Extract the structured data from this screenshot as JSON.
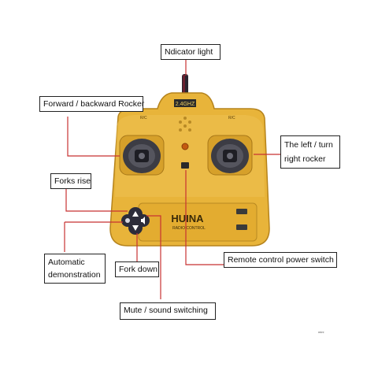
{
  "labels": {
    "indicator_light": "Ndicator light",
    "forward_backward": "Forward / backward Rocker",
    "left_turn_right": "The left / turn right rocker",
    "forks_rise": "Forks rise",
    "auto_demo": "Automatic demonstration",
    "fork_down": "Fork down",
    "power_switch": "Remote control power switch",
    "mute_sound": "Mute / sound switching"
  },
  "device": {
    "frequency": "2.4GHZ",
    "brand": "HUINA",
    "subtitle": "RADIO CONTROL",
    "left_badge": "R/C",
    "right_badge": "R/C"
  },
  "watermark": "mini"
}
